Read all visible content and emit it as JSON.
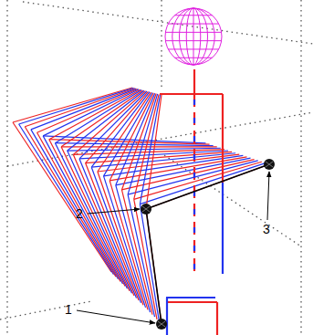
{
  "diagram": {
    "labels": [
      "2",
      "3",
      "1"
    ]
  }
}
